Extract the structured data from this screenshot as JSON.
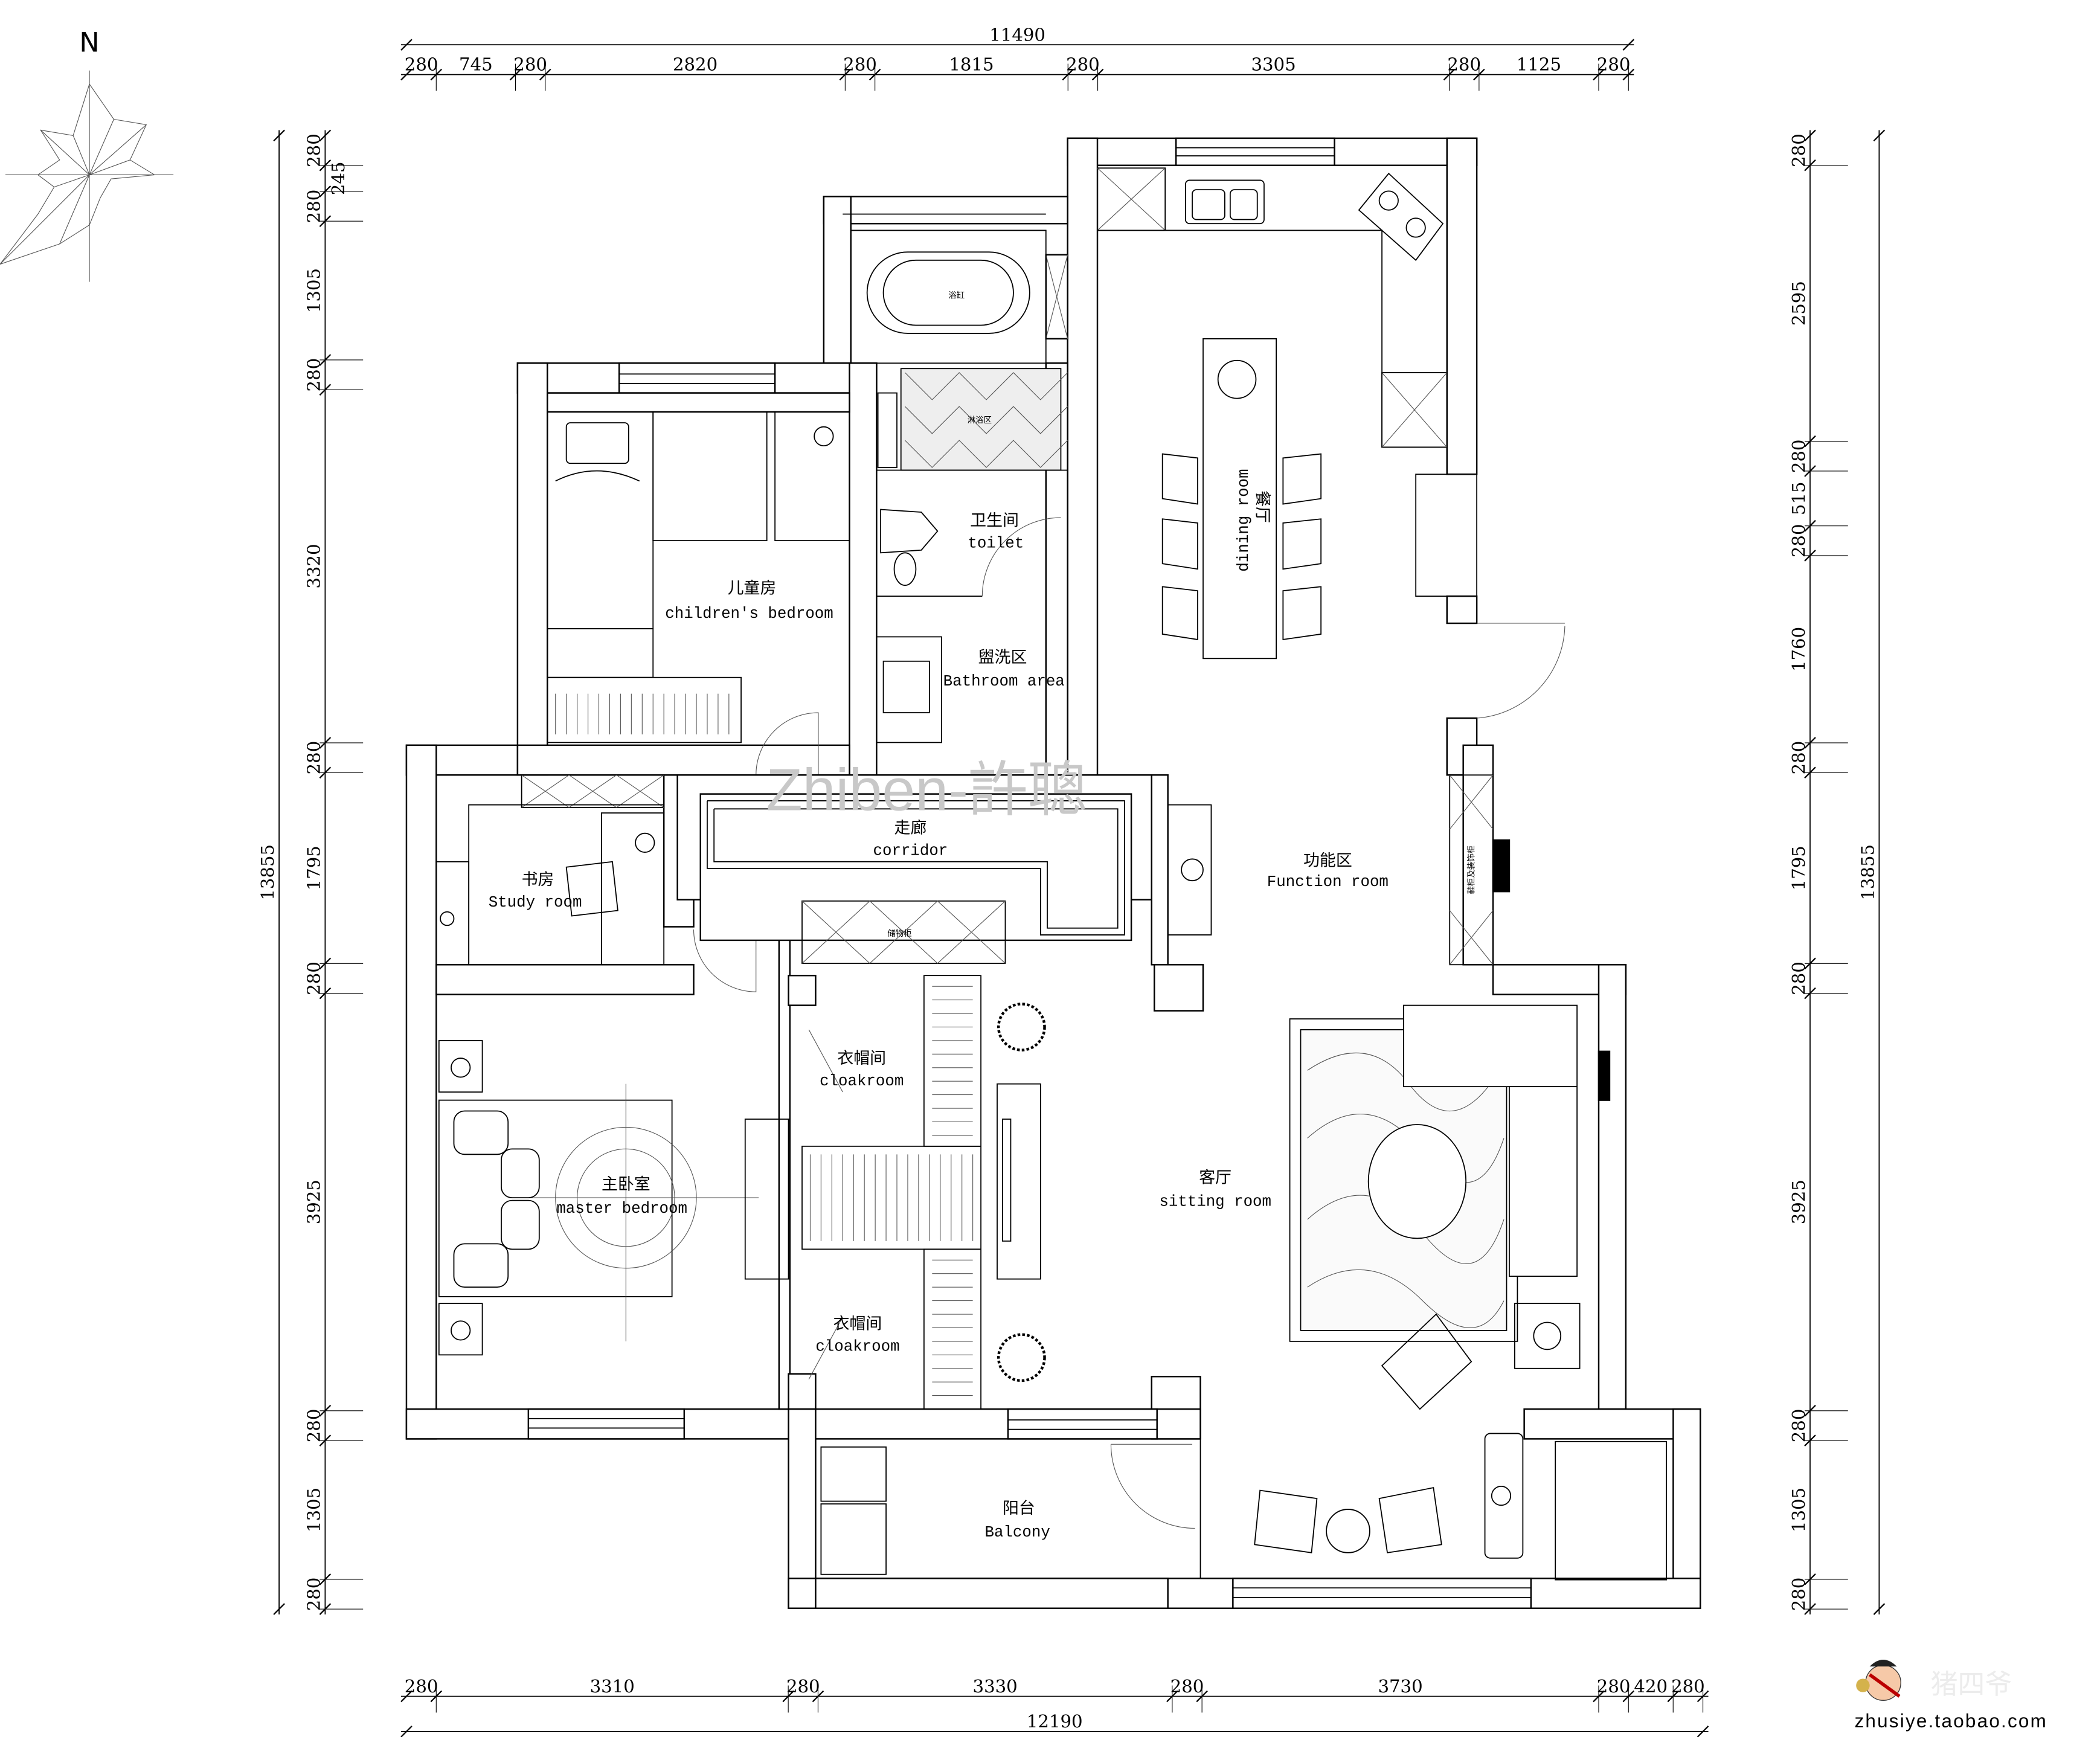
{
  "compass": {
    "label": "N"
  },
  "dimensions": {
    "top": {
      "total": "11490",
      "segments": [
        "280",
        "745",
        "280",
        "2820",
        "280",
        "1815",
        "280",
        "3305",
        "280",
        "1125",
        "280"
      ]
    },
    "bottom": {
      "total": "12190",
      "segments": [
        "280",
        "3310",
        "280",
        "3330",
        "280",
        "3730",
        "280",
        "420",
        "280"
      ]
    },
    "left": {
      "total": "13855",
      "segments": [
        "280",
        "245",
        "280",
        "1305",
        "280",
        "3320",
        "280",
        "1795",
        "280",
        "3925",
        "280",
        "1305",
        "280"
      ]
    },
    "right": {
      "total": "13855",
      "segments": [
        "280",
        "2595",
        "280",
        "515",
        "280",
        "1760",
        "280",
        "1795",
        "280",
        "3925",
        "280",
        "1305",
        "280"
      ]
    }
  },
  "rooms": {
    "children": {
      "cn": "儿童房",
      "en": "children's bedroom"
    },
    "toilet": {
      "cn": "卫生间",
      "en": "toilet"
    },
    "bathroom_area": {
      "cn": "盥洗区",
      "en": "Bathroom area"
    },
    "bathtub": {
      "cn": "浴缸"
    },
    "shower": {
      "cn": "淋浴区"
    },
    "dining": {
      "cn": "餐厅",
      "en": "dining room"
    },
    "corridor": {
      "cn": "走廊",
      "en": "corridor"
    },
    "storage": {
      "cn": "储物柜"
    },
    "function": {
      "cn": "功能区",
      "en": "Function room"
    },
    "shoe_cabinet": {
      "cn": "鞋柜及装饰柜"
    },
    "study": {
      "cn": "书房",
      "en": "Study room"
    },
    "cloak1": {
      "cn": "衣帽间",
      "en": "cloakroom"
    },
    "cloak2": {
      "cn": "衣帽间",
      "en": "cloakroom"
    },
    "master": {
      "cn": "主卧室",
      "en": "master bedroom"
    },
    "sitting": {
      "cn": "客厅",
      "en": "sitting room"
    },
    "balcony": {
      "cn": "阳台",
      "en": "Balcony"
    }
  },
  "watermark": "Zhiben-許聰",
  "brand": {
    "url": "zhusiye.taobao.com",
    "logo_text": "猪四爷"
  },
  "colors": {
    "line": "#000000",
    "watermark": "#c8c8c8"
  }
}
